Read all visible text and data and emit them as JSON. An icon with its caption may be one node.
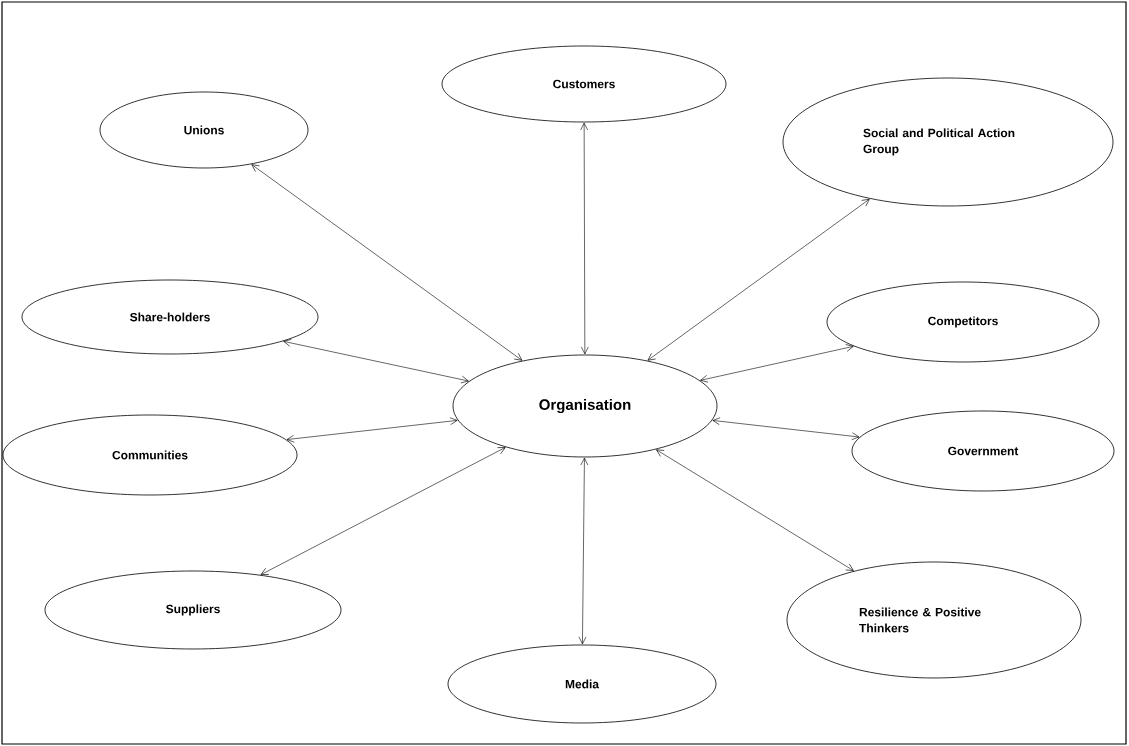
{
  "diagram": {
    "nodes": [
      {
        "text": [
          "Customers"
        ]
      },
      {
        "text": [
          "Unions"
        ]
      },
      {
        "text": [
          "Social and Political Action Group"
        ]
      },
      {
        "text": [
          "Share-holders"
        ]
      },
      {
        "text": [
          "Competitors"
        ]
      },
      {
        "text": [
          "Organisation"
        ]
      },
      {
        "text": [
          "Communities"
        ]
      },
      {
        "text": [
          "Government"
        ]
      },
      {
        "text": [
          "Suppliers"
        ]
      },
      {
        "text": [
          "Resilience & Positive Thinkers"
        ]
      },
      {
        "text": [
          "Media"
        ]
      }
    ],
    "edges": [
      {
        "from": 5,
        "to": 0,
        "arrow": "both"
      },
      {
        "from": 5,
        "to": 1,
        "arrow": "both"
      },
      {
        "from": 5,
        "to": 2,
        "arrow": "both"
      },
      {
        "from": 5,
        "to": 3,
        "arrow": "both"
      },
      {
        "from": 5,
        "to": 4,
        "arrow": "both"
      },
      {
        "from": 5,
        "to": 6,
        "arrow": "both"
      },
      {
        "from": 5,
        "to": 7,
        "arrow": "both"
      },
      {
        "from": 5,
        "to": 8,
        "arrow": "both"
      },
      {
        "from": 5,
        "to": 9,
        "arrow": "both"
      },
      {
        "from": 5,
        "to": 10,
        "arrow": "both"
      }
    ]
  }
}
